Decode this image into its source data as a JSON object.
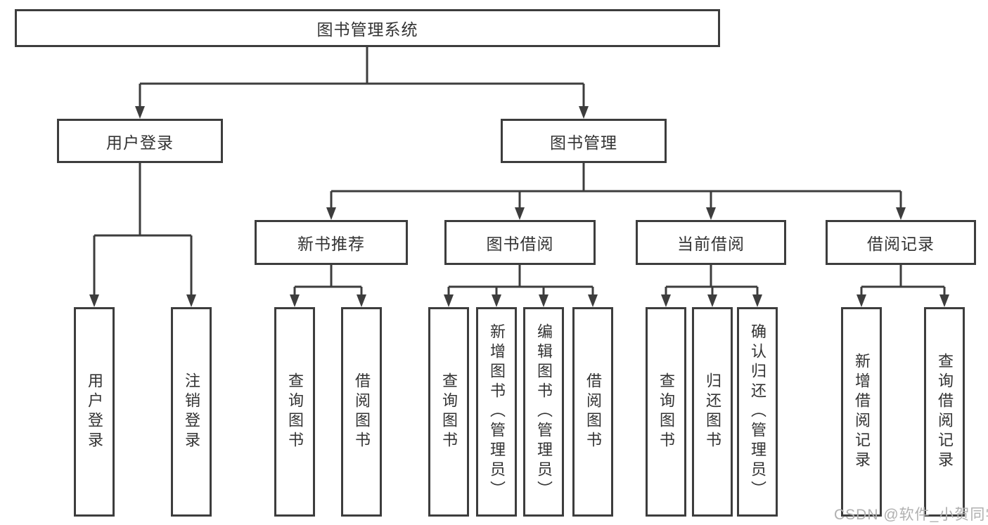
{
  "colors": {
    "line": "#3d3d3d",
    "box_border": "#3d3d3d",
    "box_text": "#333333",
    "background": "#ffffff",
    "watermark": "#b0b0b0"
  },
  "root": {
    "label": "图书管理系统"
  },
  "branches": [
    {
      "label": "用户登录",
      "children": [
        {
          "label": "用户登录"
        },
        {
          "label": "注销登录"
        }
      ]
    },
    {
      "label": "图书管理",
      "sections": [
        {
          "label": "新书推荐",
          "children": [
            {
              "label": "查询图书"
            },
            {
              "label": "借阅图书"
            }
          ]
        },
        {
          "label": "图书借阅",
          "children": [
            {
              "label": "查询图书"
            },
            {
              "label": "新增图书（管理员）"
            },
            {
              "label": "编辑图书（管理员）"
            },
            {
              "label": "借阅图书"
            }
          ]
        },
        {
          "label": "当前借阅",
          "children": [
            {
              "label": "查询图书"
            },
            {
              "label": "归还图书"
            },
            {
              "label": "确认归还（管理员）"
            }
          ]
        },
        {
          "label": "借阅记录",
          "children": [
            {
              "label": "新增借阅记录"
            },
            {
              "label": "查询借阅记录"
            }
          ]
        }
      ]
    }
  ],
  "watermark": {
    "text": "CSDN @软件_小贺同学"
  }
}
